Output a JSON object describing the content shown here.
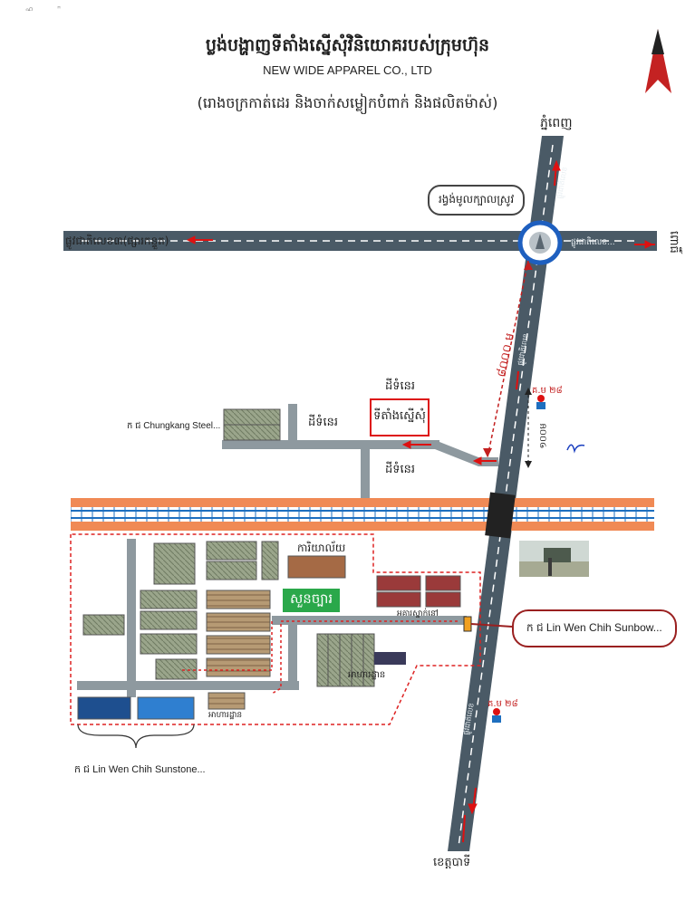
{
  "header": {
    "title_km": "ប្លង់បង្ហាញទីតាំងស្នើសុំវិនិយោគរបស់ក្រុមហ៊ុន",
    "title_en": "NEW WIDE APPAREL CO., LTD",
    "subtitle_km": "(រោងចក្រកាត់ដេរ និងចាក់សម្លៀកបំពាក់ និងផលិតម៉ាស់)"
  },
  "corner_marks": [
    "ഹ",
    "ꟸ"
  ],
  "places": {
    "north_city": "ភ្នំពេញ",
    "south_city": "ខេត្តបាទី",
    "east_label": "ពោធិ៍",
    "west_road": "ផ្លូវជាតិលេខ៣(ផ្សារកន្ទួត)",
    "east_road_tag": "ផ្លូវជាតិលេខ...",
    "roundabout": "រង្វង់មូលក្បាលស្រូវ",
    "distance": "៨០០០ ម",
    "km_marker_north": "គ.ម ២៨",
    "km_marker_south": "គ.ម ២៨",
    "gap_label": "១០០ម",
    "vacant_1": "ដីទំនេរ",
    "vacant_2": "ដីទំនេរ",
    "vacant_3": "ដីទំនេរ",
    "proposed_site": "ទីតាំងស្នើសុំ",
    "chungkang": "ក ជ Chungkang Steel...",
    "office": "ការិយាល័យ",
    "garden": "សួនច្បារ",
    "parking": "អគារស្នាក់នៅ",
    "warehouse": "អាហារដ្ឋាន",
    "canteen": "អាហារដ្ឋាន",
    "sunbow": "ក ជ Lin Wen Chih Sunbow...",
    "sunstone": "ក ជ Lin Wen Chih Sunstone...",
    "road_vert_1": "ផ្លូវជាតិលេខ",
    "road_vert_2": "ផ្លូវជាតិលេខ",
    "road_vert_3": "ផ្លូវជាតិលេខ"
  },
  "colors": {
    "road": "#4a5a66",
    "railway": "#f08a55",
    "railway_stripe": "#1e6fbf",
    "arrow_red": "#d11",
    "roof_green": "#8b9a7b",
    "roof_brown": "#a56a45",
    "roof_red": "#9a3a3a",
    "roof_blue": "#2f7fd0"
  }
}
